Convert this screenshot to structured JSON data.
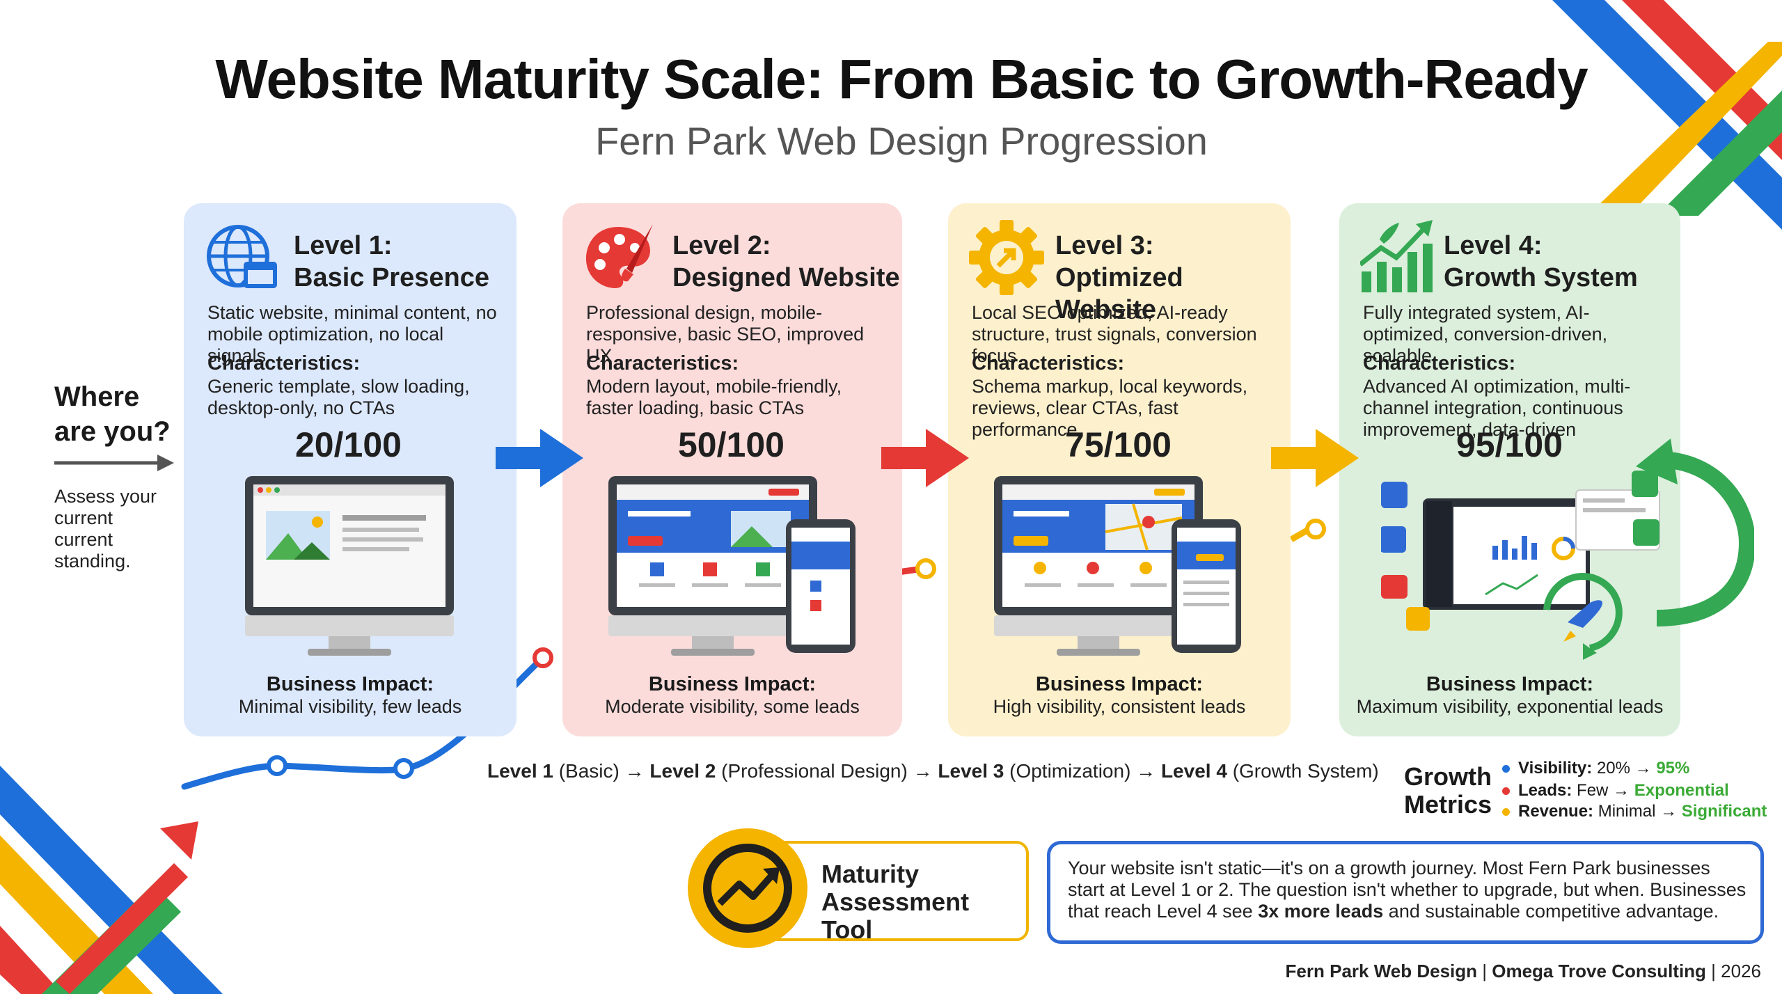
{
  "header": {
    "title": "Website Maturity Scale: From Basic to Growth-Ready",
    "subtitle": "Fern Park Web Design Progression"
  },
  "sidebar": {
    "where": "Where are you?",
    "assess": "Assess your current current standing."
  },
  "levels": [
    {
      "label": "Level 1:",
      "name": "Basic Presence",
      "description": "Static website, minimal content, no mobile optimization, no local signals",
      "characteristics_label": "Characteristics:",
      "characteristics": "Generic template, slow loading, desktop-only, no CTAs",
      "score": "20/100",
      "impact_label": "Business Impact:",
      "impact": "Minimal visibility, few leads",
      "icon": "globe-browser-icon",
      "bg": "#dce8fb",
      "accent": "#1e6fd9"
    },
    {
      "label": "Level 2:",
      "name": "Designed Website",
      "description": "Professional design, mobile-responsive, basic SEO, improved UX",
      "characteristics_label": "Characteristics:",
      "characteristics": "Modern layout, mobile-friendly, faster loading, basic CTAs",
      "score": "50/100",
      "impact_label": "Business Impact:",
      "impact": "Moderate visibility, some leads",
      "icon": "palette-brush-icon",
      "bg": "#fbdcdb",
      "accent": "#e53935"
    },
    {
      "label": "Level 3:",
      "name": "Optimized Website",
      "description": "Local SEO optimized, AI-ready structure, trust signals, conversion focus",
      "characteristics_label": "Characteristics:",
      "characteristics": "Schema markup, local keywords, reviews, clear CTAs, fast performance",
      "score": "75/100",
      "impact_label": "Business Impact:",
      "impact": "High visibility, consistent leads",
      "icon": "gear-arrow-icon",
      "bg": "#fdf0cc",
      "accent": "#f4b400"
    },
    {
      "label": "Level 4:",
      "name": "Growth System",
      "description": "Fully integrated system, AI-optimized, conversion-driven, scalable",
      "characteristics_label": "Characteristics:",
      "characteristics": "Advanced AI optimization, multi-channel integration, continuous improvement, data-driven",
      "score": "95/100",
      "impact_label": "Business Impact:",
      "impact": "Maximum visibility, exponential leads",
      "icon": "rocket-growth-chart-icon",
      "bg": "#dcefdc",
      "accent": "#34a853"
    }
  ],
  "path": {
    "l1": "Level 1",
    "l1d": "(Basic)",
    "l2": "Level 2",
    "l2d": "(Professional Design)",
    "l3": "Level 3",
    "l3d": "(Optimization)",
    "l4": "Level 4",
    "l4d": "(Growth System)",
    "arrow": "→"
  },
  "growth_metrics": {
    "title": "Growth Metrics",
    "items": [
      {
        "key": "Visibility:",
        "from": "20%",
        "to": "95%",
        "color": "#1e6fd9"
      },
      {
        "key": "Leads:",
        "from": "Few",
        "to": "Exponential",
        "color": "#e53935"
      },
      {
        "key": "Revenue:",
        "from": "Minimal",
        "to": "Significant",
        "color": "#f4b400"
      }
    ]
  },
  "tool": {
    "label": "Maturity Assessment Tool"
  },
  "message": {
    "part1": "Your website isn't static—it's on a growth journey. Most Fern Park businesses start at Level 1 or 2. The question isn't whether to upgrade, but when. Businesses that reach Level 4 see ",
    "bold": "3x more leads",
    "part2": " and sustainable competitive advantage."
  },
  "footer": {
    "brand1": "Fern Park Web Design",
    "sep": " | ",
    "brand2": "Omega Trove Consulting",
    "year": "2026"
  },
  "colors": {
    "blue": "#1e6fd9",
    "red": "#e53935",
    "yellow": "#f4b400",
    "green": "#34a853"
  }
}
